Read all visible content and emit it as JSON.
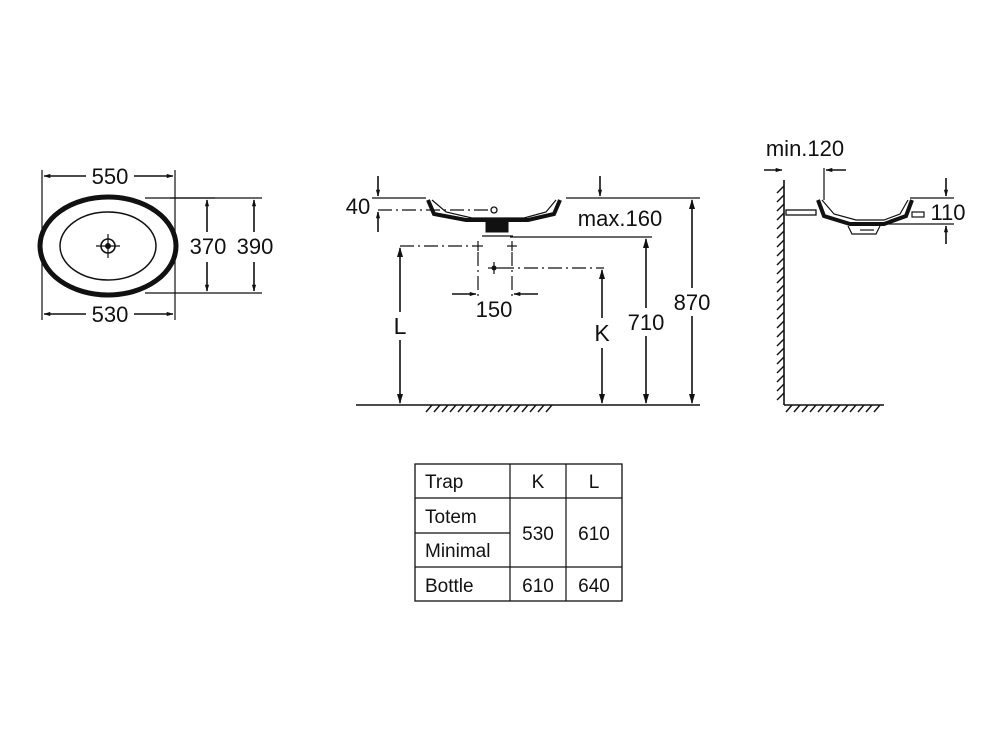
{
  "top_view": {
    "width_outer": "550",
    "width_inner": "530",
    "depth_inner": "370",
    "depth_outer": "390"
  },
  "front_view": {
    "rim_height": "40",
    "max_dim": "max.160",
    "waste_spacing": "150",
    "label_L": "L",
    "label_K": "K",
    "dim_710": "710",
    "dim_870": "870"
  },
  "side_view": {
    "min_dim": "min.120",
    "height_dim": "110"
  },
  "table": {
    "headers": [
      "Trap",
      "K",
      "L"
    ],
    "rows": [
      {
        "trap": "Totem",
        "k": "530",
        "l": "610"
      },
      {
        "trap": "Minimal",
        "k": "",
        "l": ""
      },
      {
        "trap": "Bottle",
        "k": "610",
        "l": "640"
      }
    ]
  }
}
